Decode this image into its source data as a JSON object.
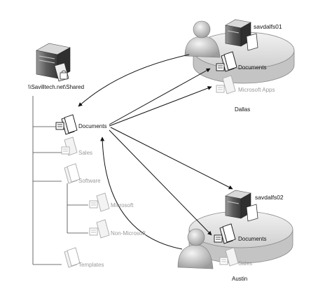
{
  "root": {
    "share_path": "\\\\Savilltech.net\\Shared"
  },
  "namespace": {
    "documents": "Documents",
    "sales": "Sales",
    "software": "Software",
    "microsoft": "Microsoft",
    "non_microsoft": "Non-Microsoft",
    "templates": "Templates"
  },
  "dallas": {
    "server": "savdalfs01",
    "documents": "Documents",
    "microsoft_apps": "Microsoft Apps",
    "site": "Dallas"
  },
  "austin": {
    "server": "savdalfs02",
    "documents": "Documents",
    "sales": "Sales",
    "site": "Austin"
  }
}
